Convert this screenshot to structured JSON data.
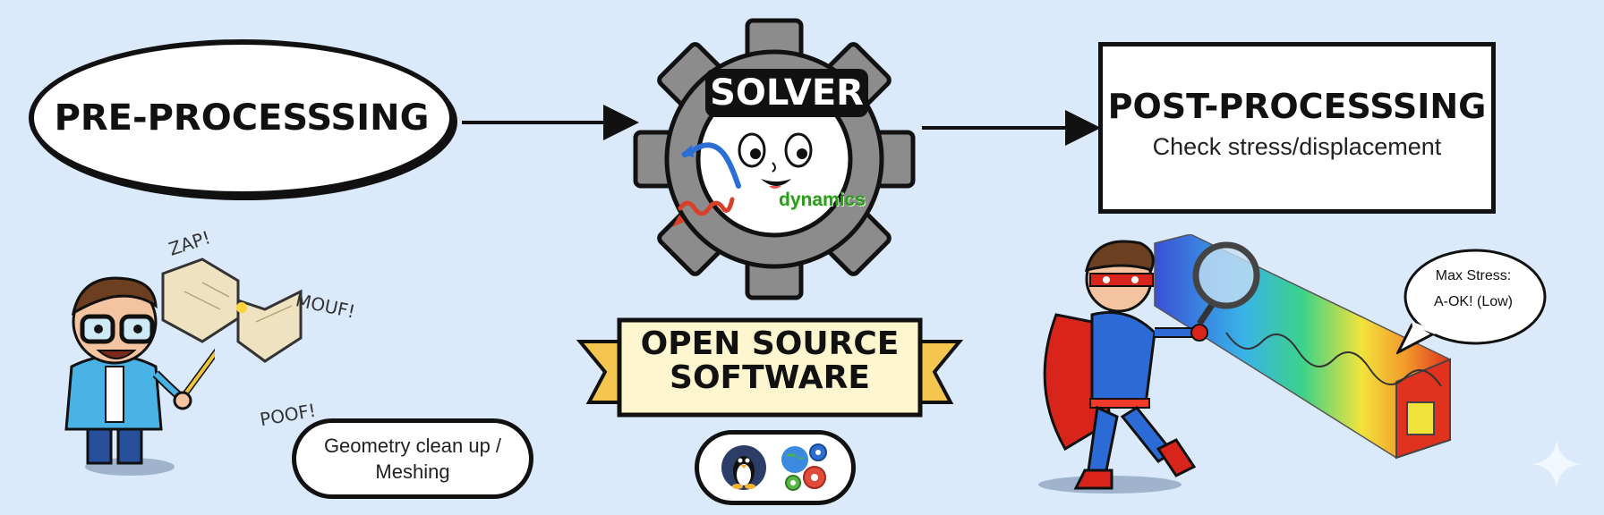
{
  "pre": {
    "title": "PRE-PROCESSSING",
    "caption_line1": "Geometry clean up /",
    "caption_line2": "Meshing"
  },
  "solver": {
    "title": "SOLVER",
    "dynamics_label": "dynamics"
  },
  "post": {
    "title": "POST-PROCESSSING",
    "subtitle": "Check stress/displacement"
  },
  "banner": {
    "line1": "OPEN SOURCE",
    "line2": "SOFTWARE"
  },
  "effects": {
    "zap": "ZAP!",
    "mouf": "MOUF!",
    "poof": "POOF!"
  },
  "bubble": {
    "line1": "Max Stress:",
    "line2": "A-OK!  (Low)"
  },
  "icons": [
    "linux-penguin-icon",
    "globe-gears-icon"
  ],
  "colors": {
    "background": "#dbeafb",
    "banner": "#fdf6cf",
    "ribbon": "#f4c64f",
    "gear": "#8a8a8a"
  }
}
